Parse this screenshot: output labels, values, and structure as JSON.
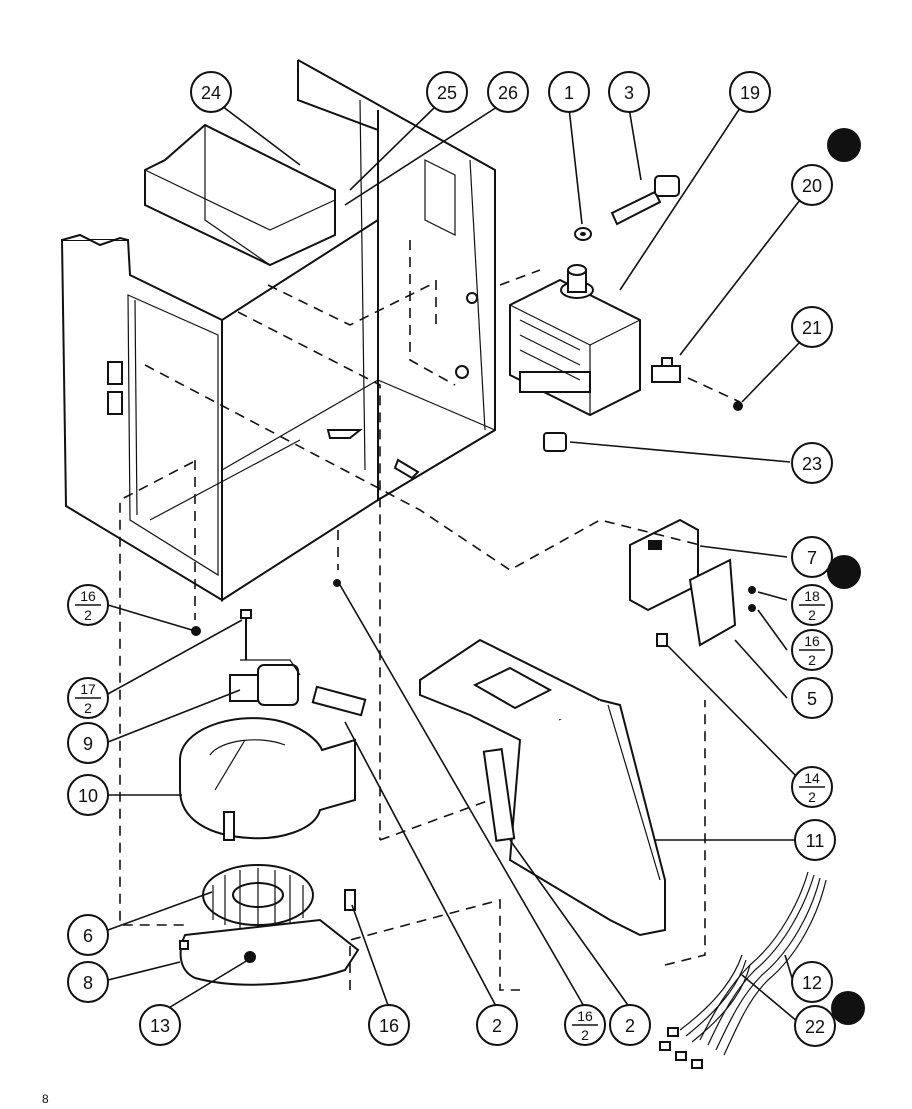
{
  "diagram": {
    "page_number": "8",
    "callouts": [
      {
        "id": "c24",
        "label": "24"
      },
      {
        "id": "c25",
        "label": "25"
      },
      {
        "id": "c26",
        "label": "26"
      },
      {
        "id": "c1",
        "label": "1"
      },
      {
        "id": "c3",
        "label": "3"
      },
      {
        "id": "c19",
        "label": "19"
      },
      {
        "id": "c20",
        "label": "20"
      },
      {
        "id": "c21",
        "label": "21"
      },
      {
        "id": "c23",
        "label": "23"
      },
      {
        "id": "c7",
        "label": "7"
      },
      {
        "id": "c5",
        "label": "5"
      },
      {
        "id": "c11",
        "label": "11"
      },
      {
        "id": "c12",
        "label": "12"
      },
      {
        "id": "c22",
        "label": "22"
      },
      {
        "id": "c9",
        "label": "9"
      },
      {
        "id": "c10",
        "label": "10"
      },
      {
        "id": "c6",
        "label": "6"
      },
      {
        "id": "c8",
        "label": "8"
      },
      {
        "id": "c13",
        "label": "13"
      },
      {
        "id": "c16",
        "label": "16"
      },
      {
        "id": "c2a",
        "label": "2"
      },
      {
        "id": "c2b",
        "label": "2"
      }
    ],
    "fraction_callouts": [
      {
        "id": "f16_2_left",
        "num": "16",
        "den": "2"
      },
      {
        "id": "f17_2",
        "num": "17",
        "den": "2"
      },
      {
        "id": "f18_2",
        "num": "18",
        "den": "2"
      },
      {
        "id": "f16_2_right",
        "num": "16",
        "den": "2"
      },
      {
        "id": "f14_2",
        "num": "14",
        "den": "2"
      },
      {
        "id": "f16_2_bottom",
        "num": "16",
        "den": "2"
      }
    ]
  }
}
